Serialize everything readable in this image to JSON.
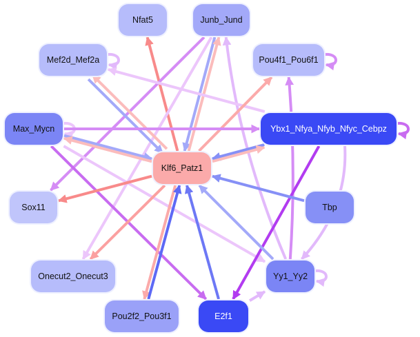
{
  "nodes": [
    {
      "id": "nfat5",
      "label": "Nfat5",
      "color": "#b6bcfb"
    },
    {
      "id": "junb",
      "label": "Junb_Jund",
      "color": "#a3a9f9"
    },
    {
      "id": "mef2d",
      "label": "Mef2d_Mef2a",
      "color": "#b6bcfb"
    },
    {
      "id": "pou4f1",
      "label": "Pou4f1_Pou6f1",
      "color": "#b6bcfb"
    },
    {
      "id": "max",
      "label": "Max_Mycn",
      "color": "#7b85f5"
    },
    {
      "id": "ybx1",
      "label": "Ybx1_Nfya_Nfyb_Nfyc_Cebpz",
      "color": "#3a49f5",
      "dark": true
    },
    {
      "id": "klf6",
      "label": "Klf6_Patz1",
      "color": "#fbaaaa"
    },
    {
      "id": "sox11",
      "label": "Sox11",
      "color": "#c0c5fb"
    },
    {
      "id": "tbp",
      "label": "Tbp",
      "color": "#8690f6"
    },
    {
      "id": "onecut",
      "label": "Onecut2_Onecut3",
      "color": "#b6bcfb"
    },
    {
      "id": "yy1",
      "label": "Yy1_Yy2",
      "color": "#7b85f5"
    },
    {
      "id": "pou2f2",
      "label": "Pou2f2_Pou3f1",
      "color": "#9aa1f8"
    },
    {
      "id": "e2f1",
      "label": "E2f1",
      "color": "#3a49f5",
      "dark": true
    }
  ],
  "edges": [
    {
      "from": "klf6",
      "to": "nfat5",
      "color": "#f88a8a"
    },
    {
      "from": "junb",
      "to": "klf6",
      "color": "#a3a9f9"
    },
    {
      "from": "klf6",
      "to": "junb",
      "color": "#fbbcbc"
    },
    {
      "from": "junb",
      "to": "sox11",
      "color": "#d58cf5"
    },
    {
      "from": "junb",
      "to": "onecut",
      "color": "#ecc6fb"
    },
    {
      "from": "yy1",
      "to": "junb",
      "color": "#e2b9fb"
    },
    {
      "from": "mef2d",
      "to": "mef2d",
      "color": "#e2b9fb"
    },
    {
      "from": "klf6",
      "to": "mef2d",
      "color": "#fbbcbc"
    },
    {
      "from": "mef2d",
      "to": "klf6",
      "color": "#a3a9f9"
    },
    {
      "from": "ybx1",
      "to": "mef2d",
      "color": "#ecc6fb"
    },
    {
      "from": "pou4f1",
      "to": "pou4f1",
      "color": "#d58cf5"
    },
    {
      "from": "klf6",
      "to": "pou4f1",
      "color": "#fbaaaa"
    },
    {
      "from": "yy1",
      "to": "pou4f1",
      "color": "#d58cf5"
    },
    {
      "from": "max",
      "to": "max",
      "color": "#ecc6fb"
    },
    {
      "from": "max",
      "to": "ybx1",
      "color": "#d58cf5"
    },
    {
      "from": "max",
      "to": "klf6",
      "color": "#a3a9f9"
    },
    {
      "from": "klf6",
      "to": "max",
      "color": "#fbbcbc"
    },
    {
      "from": "max",
      "to": "e2f1",
      "color": "#c86cf0"
    },
    {
      "from": "max",
      "to": "yy1",
      "color": "#ecc6fb"
    },
    {
      "from": "ybx1",
      "to": "ybx1",
      "color": "#c86cf0"
    },
    {
      "from": "ybx1",
      "to": "klf6",
      "color": "#8690f6"
    },
    {
      "from": "klf6",
      "to": "ybx1",
      "color": "#fbbcbc"
    },
    {
      "from": "ybx1",
      "to": "e2f1",
      "color": "#b23cf0"
    },
    {
      "from": "ybx1",
      "to": "yy1",
      "color": "#e2b9fb"
    },
    {
      "from": "klf6",
      "to": "sox11",
      "color": "#f88a8a"
    },
    {
      "from": "klf6",
      "to": "onecut",
      "color": "#fba0a0"
    },
    {
      "from": "klf6",
      "to": "pou2f2",
      "color": "#fbaaaa"
    },
    {
      "from": "pou2f2",
      "to": "klf6",
      "color": "#5d69f5"
    },
    {
      "from": "e2f1",
      "to": "klf6",
      "color": "#6d78f5"
    },
    {
      "from": "tbp",
      "to": "klf6",
      "color": "#8690f6"
    },
    {
      "from": "yy1",
      "to": "klf6",
      "color": "#a3a9f9"
    },
    {
      "from": "yy1",
      "to": "yy1",
      "color": "#e2b9fb"
    },
    {
      "from": "e2f1",
      "to": "yy1",
      "color": "#e2b9fb"
    }
  ]
}
